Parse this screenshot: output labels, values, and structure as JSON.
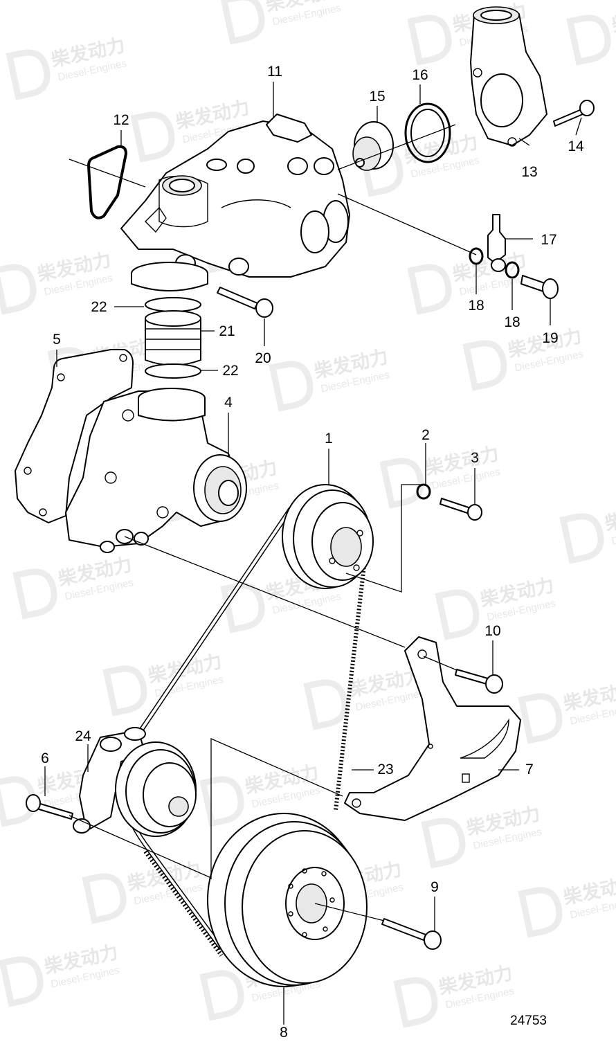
{
  "diagram": {
    "callouts": [
      {
        "id": "c1",
        "label": "1"
      },
      {
        "id": "c2",
        "label": "2"
      },
      {
        "id": "c3",
        "label": "3"
      },
      {
        "id": "c4",
        "label": "4"
      },
      {
        "id": "c5",
        "label": "5"
      },
      {
        "id": "c6",
        "label": "6"
      },
      {
        "id": "c7",
        "label": "7"
      },
      {
        "id": "c8",
        "label": "8"
      },
      {
        "id": "c9",
        "label": "9"
      },
      {
        "id": "c10",
        "label": "10"
      },
      {
        "id": "c11",
        "label": "11"
      },
      {
        "id": "c12",
        "label": "12"
      },
      {
        "id": "c13",
        "label": "13"
      },
      {
        "id": "c14",
        "label": "14"
      },
      {
        "id": "c15",
        "label": "15"
      },
      {
        "id": "c16",
        "label": "16"
      },
      {
        "id": "c17",
        "label": "17"
      },
      {
        "id": "c18a",
        "label": "18"
      },
      {
        "id": "c18b",
        "label": "18"
      },
      {
        "id": "c19",
        "label": "19"
      },
      {
        "id": "c20",
        "label": "20"
      },
      {
        "id": "c21",
        "label": "21"
      },
      {
        "id": "c22a",
        "label": "22"
      },
      {
        "id": "c22b",
        "label": "22"
      },
      {
        "id": "c23",
        "label": "23"
      },
      {
        "id": "c24",
        "label": "24"
      }
    ],
    "reference_number": "24753"
  },
  "watermark": {
    "brand_cn": "柴发动力",
    "brand_en": "Diesel-Engines"
  }
}
